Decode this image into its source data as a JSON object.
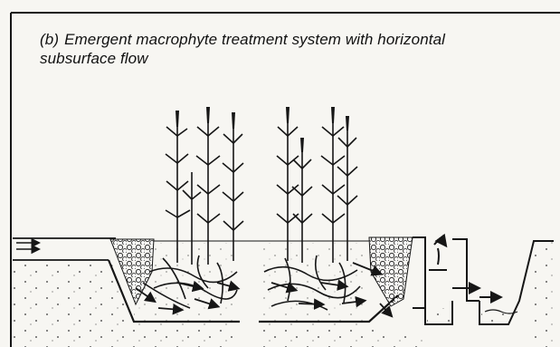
{
  "figure": {
    "label": "(b)",
    "caption_line1": "Emergent macrophyte treatment system with horizontal",
    "caption_line2": "subsurface flow"
  },
  "icons": {
    "inflow": "double-arrow-right-icon",
    "reeds": "reed-plant-icon",
    "flow": "flow-arrow-icon",
    "gravel": "gravel-zone-icon",
    "outlet": "outlet-structure-icon"
  },
  "colors": {
    "ink": "#161616",
    "paper": "#f7f6f2"
  }
}
